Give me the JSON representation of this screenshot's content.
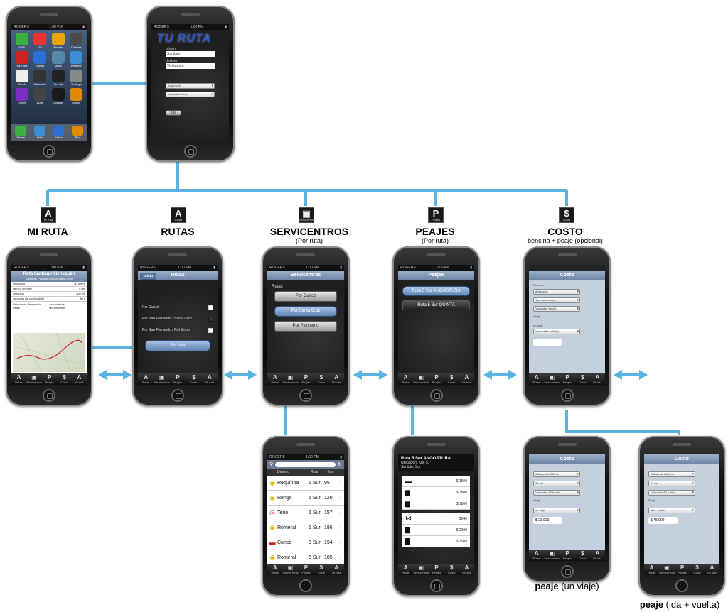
{
  "colors": {
    "connector": "#5ab4e0",
    "accent_blue": "#6a84a6",
    "phone_body": "#1a1a1a"
  },
  "sections": {
    "mi_ruta": {
      "title": "MI RUTA",
      "icon": "A",
      "icon_caption": "Mi ruta"
    },
    "rutas": {
      "title": "RUTAS",
      "icon": "A",
      "icon_caption": "Rutas"
    },
    "servicentros": {
      "title": "SERVICENTROS",
      "subtitle": "(Por ruta)",
      "icon": "▣",
      "icon_caption": "Servicentros"
    },
    "peajes": {
      "title": "PEAJES",
      "subtitle": "(Por ruta)",
      "icon": "P",
      "icon_caption": "Peajes"
    },
    "costo": {
      "title": "COSTO",
      "subtitle": "bencina + peaje (opcional)",
      "icon": "$",
      "icon_caption": "Costo"
    }
  },
  "status_bar": {
    "carrier": "ROGERS",
    "time": "1:00 PM"
  },
  "tabbar": [
    {
      "glyph": "A",
      "label": "Rutas"
    },
    {
      "glyph": "▣",
      "label": "Servicentros"
    },
    {
      "glyph": "P",
      "label": "Peajes"
    },
    {
      "glyph": "$",
      "label": "Costo"
    },
    {
      "glyph": "A",
      "label": "Mi ruta"
    }
  ],
  "home_screen": {
    "apps": [
      [
        "SMS",
        "29",
        "Photos",
        "Camera"
      ],
      [
        "YouTube",
        "Stocks",
        "Maps",
        "Weather"
      ],
      [
        "Clock",
        "Calculator",
        "Tu ruta",
        "Settings"
      ],
      [
        "iTunes",
        "Apps",
        "Cottage",
        "iBooks"
      ]
    ],
    "dock": [
      "Phone",
      "Mail",
      "Safari",
      "iPod"
    ]
  },
  "tu_ruta": {
    "logo": "TU RUTA",
    "origin_label": "origen",
    "origin_value": "Santiago",
    "dest_label": "destino",
    "dest_value": "Vichuquén",
    "select_vehicle": "Automóvil",
    "select_speed": "Velocidad Km/hr",
    "ok": "ok"
  },
  "mi_ruta_screen": {
    "title": "Ruta Santiago Vichuquén",
    "subtitle": "Santiago · Vichuquén por Santa Cruz",
    "rows": [
      [
        "velocidad",
        "80 km/hr"
      ],
      [
        "tiempo de viaje",
        "4 hrs"
      ],
      [
        "distancia",
        "300 km"
      ],
      [
        "consumo de combustible",
        "30 L"
      ]
    ],
    "legend": [
      "Estaciones de servicio",
      "Aeropuertos",
      "Peaje",
      "Monumentos"
    ]
  },
  "rutas_screen": {
    "nav": "Rutas",
    "back": "Inicio",
    "options": [
      "Por Curicó",
      "Por San Fernando / Santa Cruz",
      "Por San Fernando / Pichilemu"
    ],
    "button": "Por ruta"
  },
  "servicentros_screen": {
    "nav": "Servicentros",
    "label": "Rutas",
    "options": [
      "Por Curicó",
      "Por Santa Cruz",
      "Por Pichilemu"
    ]
  },
  "peajes_screen": {
    "nav": "Peajes",
    "options": [
      "Ruta 5 Sur ANGOSTURA",
      "Ruta 5 Sur QUINTA"
    ]
  },
  "costo_screen": {
    "nav": "Costo",
    "bencina_label": "Bencina",
    "vehicle": "Automóvil",
    "fuel": "Tipo de bencina",
    "speed": "Velocidad Km/hr",
    "peaje_label": "Peaje",
    "viaje_label": "un viaje",
    "vuelta_label": "ida+vuelta (volver)"
  },
  "servicentros_list": {
    "headers": [
      "Destino",
      "Ruta",
      "Km"
    ],
    "rows": [
      [
        "Requínoa",
        "5 Sur",
        "95"
      ],
      [
        "Rengo",
        "5 Sur",
        "120"
      ],
      [
        "Teno",
        "5 Sur",
        "157"
      ],
      [
        "Romeral",
        "5 Sur",
        "186"
      ],
      [
        "Curicó",
        "5 Sur",
        "194"
      ],
      [
        "Romeral",
        "5 Sur",
        "185"
      ]
    ]
  },
  "peaje_detail": {
    "title": "Ruta 5 Sur ANGOSTURA",
    "location": "Ubicación: Km. 57",
    "service": "Sentido: Sur",
    "prices": [
      "$ 1500",
      "$ 1800",
      "$ 1800",
      "$640",
      "$ 2000",
      "$ 3000"
    ]
  },
  "costo_un_viaje": {
    "nav": "Costo",
    "vehicle": "Cilindrada 2000 cc",
    "fuel": "97 oct",
    "speed": "Velocidad 80 Km/hr",
    "peaje_label": "Peaje",
    "option": "un viaje",
    "value": "$ 23.000"
  },
  "costo_ida_vuelta": {
    "nav": "Costo",
    "vehicle": "Cilindrada 2000 cc",
    "fuel": "97 oct",
    "speed": "Velocidad 80 Km/hr",
    "peaje_label": "Peaje",
    "option": "ida + vuelta",
    "value": "$ 45.000"
  },
  "captions": {
    "un_viaje_bold": "peaje",
    "un_viaje_rest": " (un viaje)",
    "ida_bold": "peaje",
    "ida_rest": " (ida + vuelta)"
  }
}
